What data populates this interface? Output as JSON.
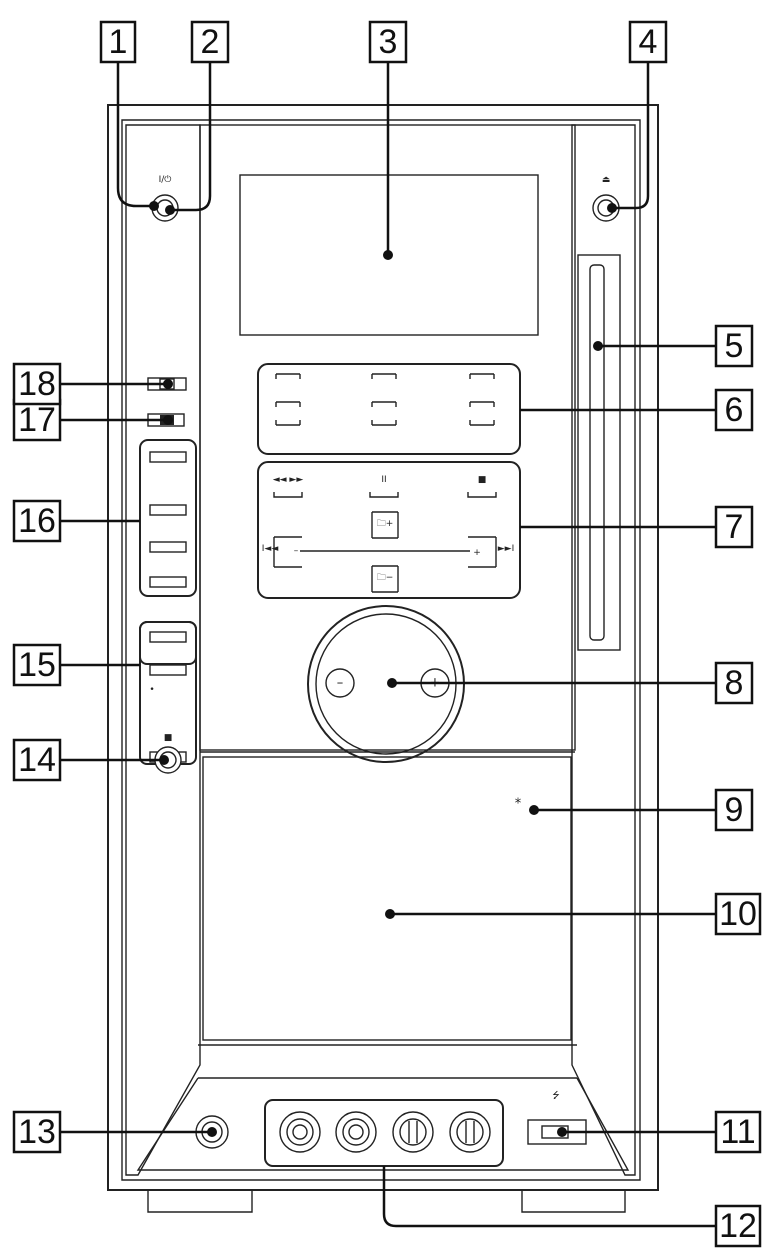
{
  "diagram": {
    "callouts": [
      "1",
      "2",
      "3",
      "4",
      "5",
      "6",
      "7",
      "8",
      "9",
      "10",
      "11",
      "12",
      "13",
      "14",
      "15",
      "16",
      "17",
      "18"
    ],
    "panel_marks": {
      "power_symbol": "I/⏻",
      "eject_symbol": "⏏",
      "rewind_forward": "◄◄ ►►",
      "pause": "II",
      "stop": "■",
      "folder_plus": "🗀+",
      "folder_minus": "🗀−",
      "prev": "I◄◄",
      "next": "►►I",
      "minus": "–",
      "plus": "+",
      "vol_minus": "–",
      "vol_plus": "+",
      "stop_small": "■",
      "usb_symbol": "⭍",
      "asterisk": "*",
      "dot_mark": "•"
    }
  }
}
